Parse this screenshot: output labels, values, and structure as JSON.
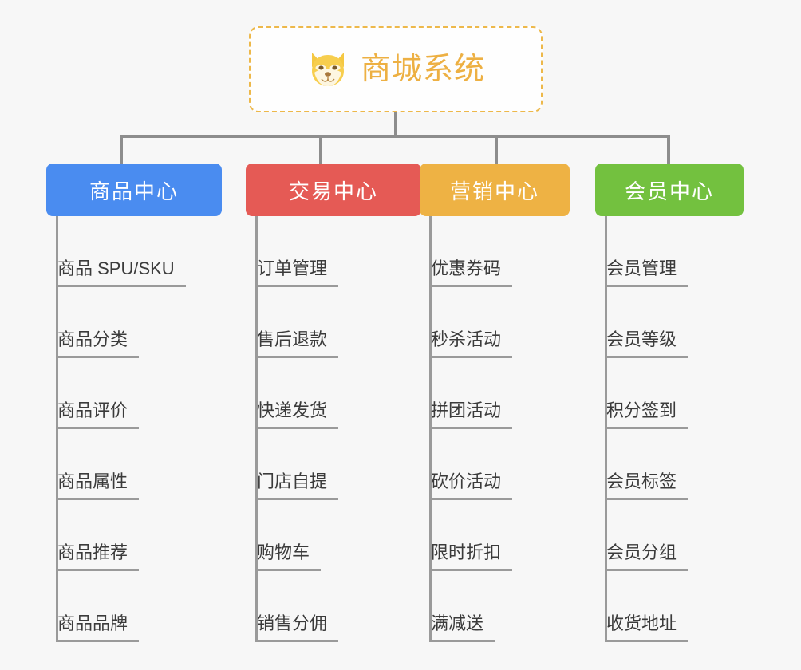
{
  "root": {
    "title": "商城系统",
    "icon": "shiba-dog-icon",
    "border_color": "#edb84a",
    "text_color": "#edb043",
    "background": "#fefefe"
  },
  "page": {
    "background": "#f7f7f7",
    "connector_color": "#8d8d8d"
  },
  "columns": [
    {
      "title": "商品中心",
      "color": "#4a8cf0",
      "items": [
        "商品 SPU/SKU",
        "商品分类",
        "商品评价",
        "商品属性",
        "商品推荐",
        "商品品牌"
      ]
    },
    {
      "title": "交易中心",
      "color": "#e55a55",
      "items": [
        "订单管理",
        "售后退款",
        "快递发货",
        "门店自提",
        "购物车",
        "销售分佣"
      ]
    },
    {
      "title": "营销中心",
      "color": "#eeb244",
      "items": [
        "优惠券码",
        "秒杀活动",
        "拼团活动",
        "砍价活动",
        "限时折扣",
        "满减送"
      ]
    },
    {
      "title": "会员中心",
      "color": "#73c13f",
      "items": [
        "会员管理",
        "会员等级",
        "积分签到",
        "会员标签",
        "会员分组",
        "收货地址"
      ]
    }
  ]
}
